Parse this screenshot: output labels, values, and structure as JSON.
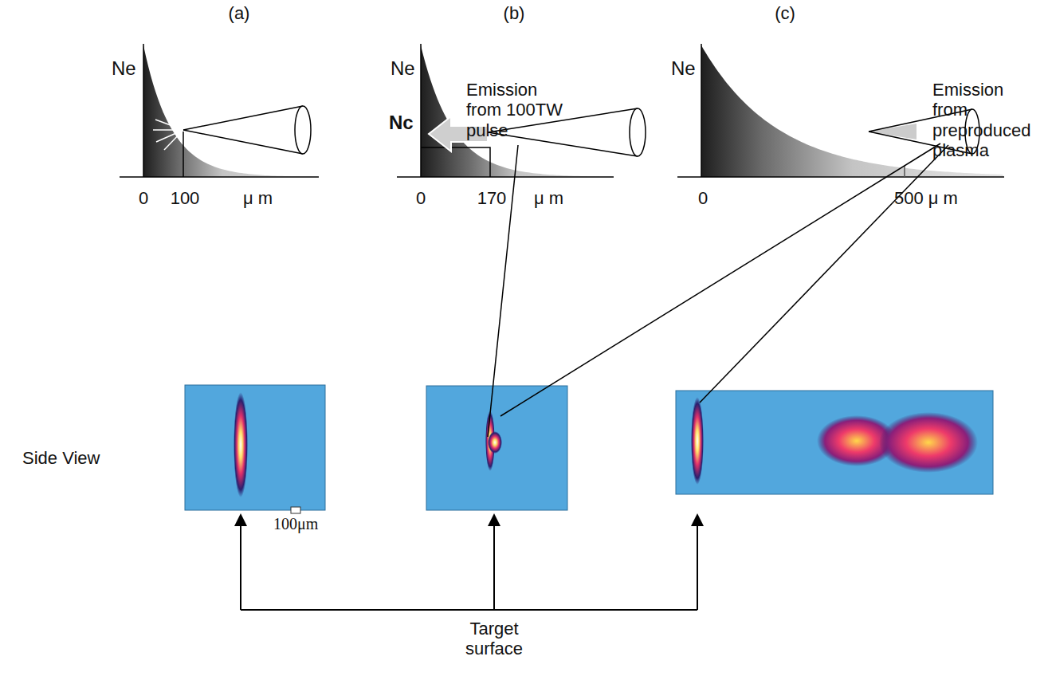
{
  "diagram": {
    "labels": [
      "(a)",
      "(b)",
      "(c)",
      "Ne",
      "0",
      "100",
      "μ m",
      "Ne",
      "Nc",
      "0",
      "170",
      "μ m",
      "Ne",
      "0",
      "500 μ m",
      "Emission from 100TW pulse",
      "Emission from preproduced plasma",
      "Side View",
      "100μm",
      "Target surface"
    ]
  }
}
